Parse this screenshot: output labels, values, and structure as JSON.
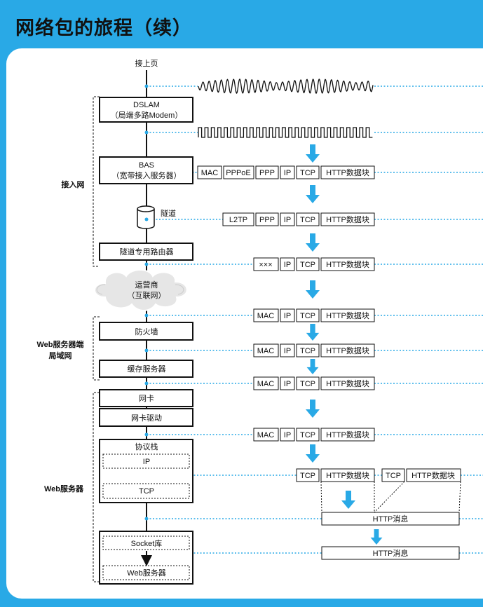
{
  "title": "网络包的旅程（续）",
  "top_label": "接上页",
  "sections": {
    "access": "接入网",
    "lan_1": "Web服务器端",
    "lan_2": "局域网",
    "server": "Web服务器"
  },
  "devices": {
    "dslam_1": "DSLAM",
    "dslam_2": "（局端多路Modem）",
    "bas_1": "BAS",
    "bas_2": "（宽带接入服务器）",
    "tunnel": "隧道",
    "tunnel_router": "隧道专用路由器",
    "isp_1": "运营商",
    "isp_2": "（互联网）",
    "firewall": "防火墙",
    "cache": "缓存服务器",
    "nic": "网卡",
    "driver": "网卡驱动",
    "stack": "协议栈",
    "ip": "IP",
    "tcp": "TCP",
    "socket": "Socket库",
    "webserver": "Web服务器"
  },
  "fields": {
    "mac": "MAC",
    "pppoe": "PPPoE",
    "ppp": "PPP",
    "ip": "IP",
    "tcp": "TCP",
    "http_block": "HTTP数据块",
    "l2tp": "L2TP",
    "xxx": "×××",
    "http_msg": "HTTP消息"
  },
  "colors": {
    "accent": "#29a9e6",
    "dotted": "#29a9e6"
  }
}
